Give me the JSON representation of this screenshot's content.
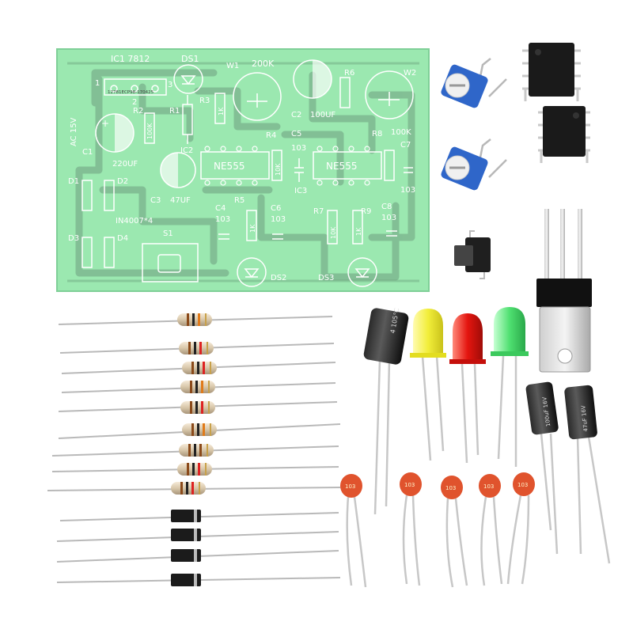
{
  "pcb": {
    "ic1_label": "IC1 7812",
    "ds1_label": "DS1",
    "pin1": "1",
    "pin2": "2",
    "pin3": "3",
    "board_code": "12781ECP98-170425",
    "w1_label": "W1",
    "w1_value": "200K",
    "w2_label": "W2",
    "r1_label": "R1",
    "r2_label": "R2",
    "r2_value": "100K",
    "r3_label": "R3",
    "r3_value": "1K",
    "r4_label": "R4",
    "r4_value": "10K",
    "r5_label": "R5",
    "r5_value": "1K",
    "r6_label": "R6",
    "r7_label": "R7",
    "r7_value": "10K",
    "r8_label": "R8",
    "r8_value": "100K",
    "r9_label": "R9",
    "r9_value": "1K",
    "c1_label": "C1",
    "c1_value": "220UF",
    "c2_label": "C2",
    "c2_value": "100UF",
    "c3_label": "C3",
    "c3_value": "47UF",
    "c4_label": "C4",
    "c4_value": "103",
    "c5_label": "C5",
    "c5_value": "103",
    "c6_label": "C6",
    "c6_value": "103",
    "c7_label": "C7",
    "c7_value": "103",
    "c8_label": "C8",
    "c8_value": "103",
    "ic2_label": "IC2",
    "ic2_chip": "NE555",
    "ic3_label": "IC3",
    "ic3_chip": "NE555",
    "ac_label": "AC 15V",
    "d1_label": "D1",
    "d2_label": "D2",
    "d3_label": "D3",
    "d4_label": "D4",
    "diode_note": "IN4007*4",
    "s1_label": "S1",
    "ds2_label": "DS2",
    "ds3_label": "DS3"
  },
  "components": {
    "ceramic_cap_code": "103",
    "elec_cap_big_text": "4 105°C",
    "elec_cap_small1_text": "100uF 16V",
    "elec_cap_small2_text": "47uF 16V"
  },
  "colors": {
    "pcb_green": "#9be8b0",
    "pcb_trace": "#5f8f6f",
    "led_yellow": "#f2ee3a",
    "led_red": "#e4150f",
    "led_green": "#4fe071",
    "ceramic_orange": "#e0532d",
    "trimmer_blue": "#2f66c9"
  }
}
